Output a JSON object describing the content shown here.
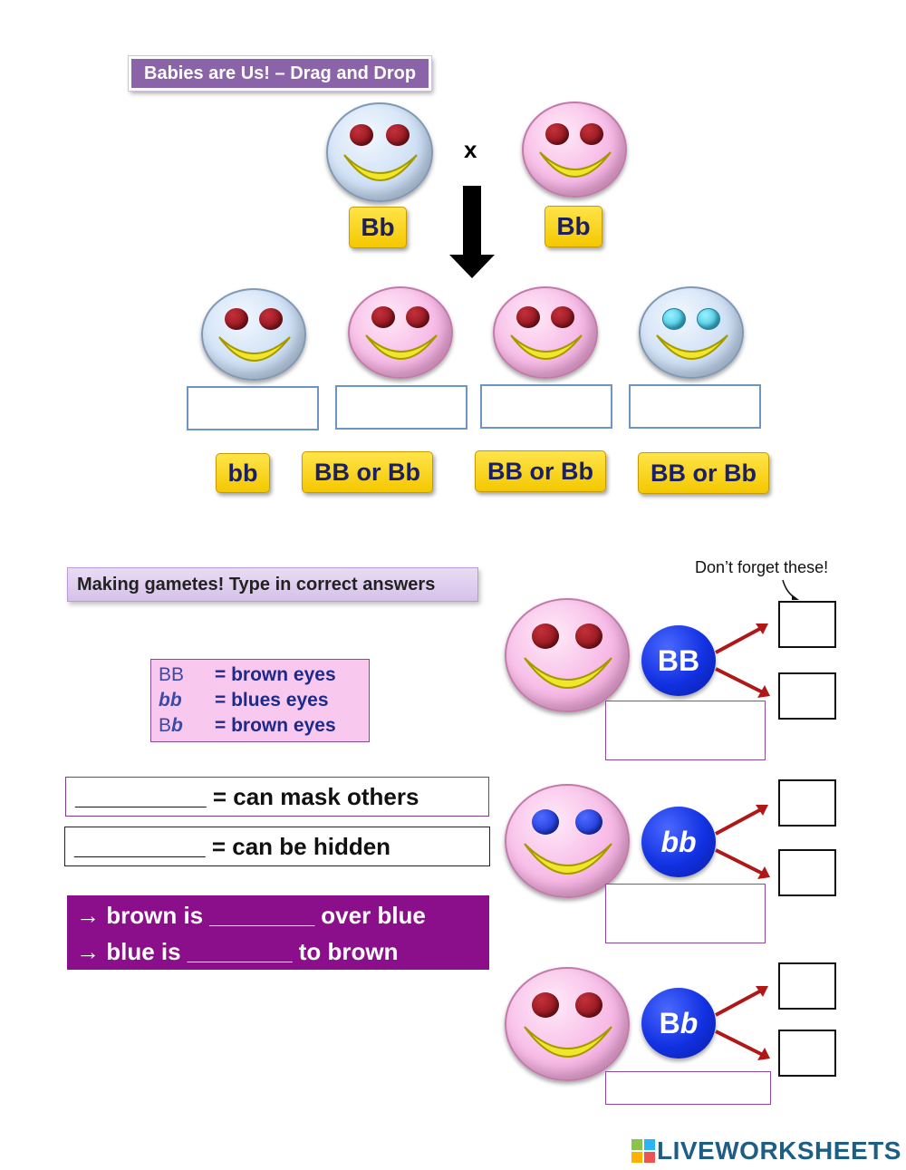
{
  "section1": {
    "title": "Babies are Us! – Drag and Drop",
    "cross_symbol": "x",
    "parents": [
      {
        "face": "blue",
        "eyes": "brown",
        "genotype": "Bb"
      },
      {
        "face": "pink",
        "eyes": "brown",
        "genotype": "Bb"
      }
    ],
    "children": [
      {
        "face": "blue",
        "eyes": "brown"
      },
      {
        "face": "pink",
        "eyes": "brown"
      },
      {
        "face": "pink",
        "eyes": "brown"
      },
      {
        "face": "blue",
        "eyes": "cyan"
      }
    ],
    "drag_labels": [
      "bb",
      "BB or Bb",
      "BB or Bb",
      "BB or Bb"
    ]
  },
  "section2": {
    "title": "Making gametes! Type in correct answers",
    "note": "Don’t forget these!",
    "legend": [
      {
        "key": "BB",
        "meaning": "= brown eyes"
      },
      {
        "key": "bb",
        "meaning": "= blues eyes"
      },
      {
        "key": "Bb",
        "meaning": "= brown eyes"
      }
    ],
    "blanks": [
      {
        "blank": "__________",
        "text": "= can mask others"
      },
      {
        "blank": "__________",
        "text": "= can be hidden"
      }
    ],
    "statements": [
      {
        "arrow": "→",
        "lead": "brown is",
        "blank": "________",
        "tail": "over blue"
      },
      {
        "arrow": "→",
        "lead": "blue is",
        "blank": "________",
        "tail": "to brown"
      }
    ],
    "gametes": [
      "BB",
      "bb",
      "Bb"
    ]
  },
  "footer": {
    "brand": "LIVEWORKSHEETS"
  },
  "colors": {
    "title_bar": "#8a63a8",
    "genotype_label": "#f4c800",
    "gamete_circle": "#1130e0",
    "panel": "#8b0f8b"
  }
}
